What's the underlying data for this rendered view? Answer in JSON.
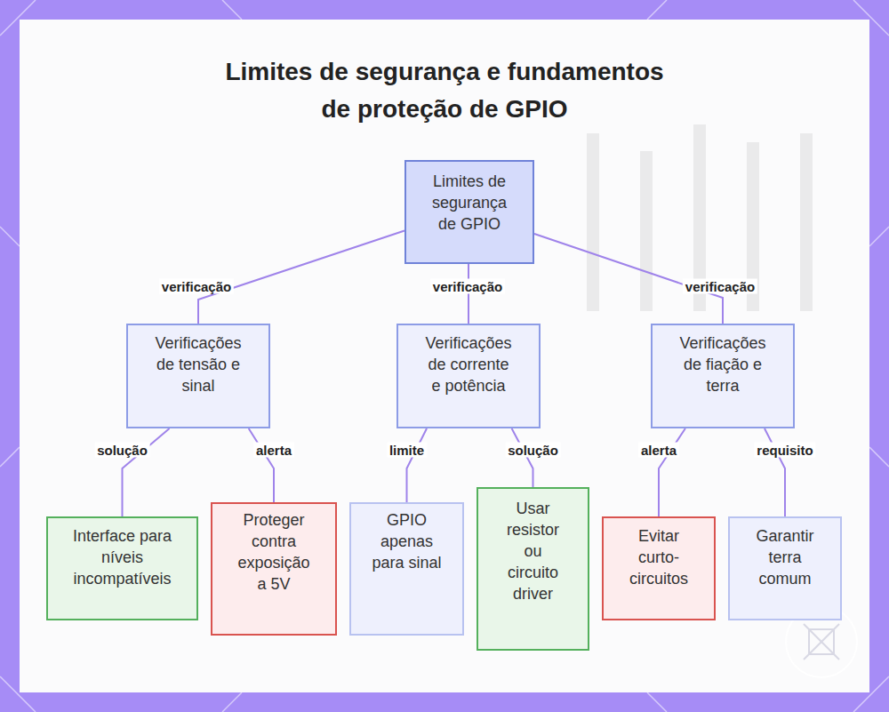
{
  "diagram": {
    "title": "Limites de segurança e fundamentos de proteção de GPIO",
    "nodes": [
      {
        "text": [
          "Limites de segurança de GPIO"
        ]
      },
      {
        "text": [
          "Verificações de tensão e sinal"
        ]
      },
      {
        "text": [
          "Verificações de corrente e potência"
        ]
      },
      {
        "text": [
          "Verificações de fiação e terra"
        ]
      },
      {
        "text": [
          "Interface para níveis incompatíveis"
        ]
      },
      {
        "text": [
          "Proteger contra exposição a 5V"
        ]
      },
      {
        "text": [
          "GPIO apenas para sinal"
        ]
      },
      {
        "text": [
          "Usar resistor ou circuito driver"
        ]
      },
      {
        "text": [
          "Evitar curto-circuitos"
        ]
      },
      {
        "text": [
          "Garantir terra comum"
        ]
      }
    ],
    "edges": [
      {
        "from": 0,
        "to": 1,
        "label": "verificação",
        "arrow": "none"
      },
      {
        "from": 0,
        "to": 2,
        "label": "verificação",
        "arrow": "none"
      },
      {
        "from": 0,
        "to": 3,
        "label": "verificação",
        "arrow": "none"
      },
      {
        "from": 1,
        "to": 4,
        "label": "solução",
        "arrow": "none"
      },
      {
        "from": 1,
        "to": 5,
        "label": "alerta",
        "arrow": "none"
      },
      {
        "from": 2,
        "to": 6,
        "label": "limite",
        "arrow": "none"
      },
      {
        "from": 2,
        "to": 7,
        "label": "solução",
        "arrow": "none"
      },
      {
        "from": 3,
        "to": 8,
        "label": "alerta",
        "arrow": "none"
      },
      {
        "from": 3,
        "to": 9,
        "label": "requisito",
        "arrow": "none"
      }
    ]
  }
}
